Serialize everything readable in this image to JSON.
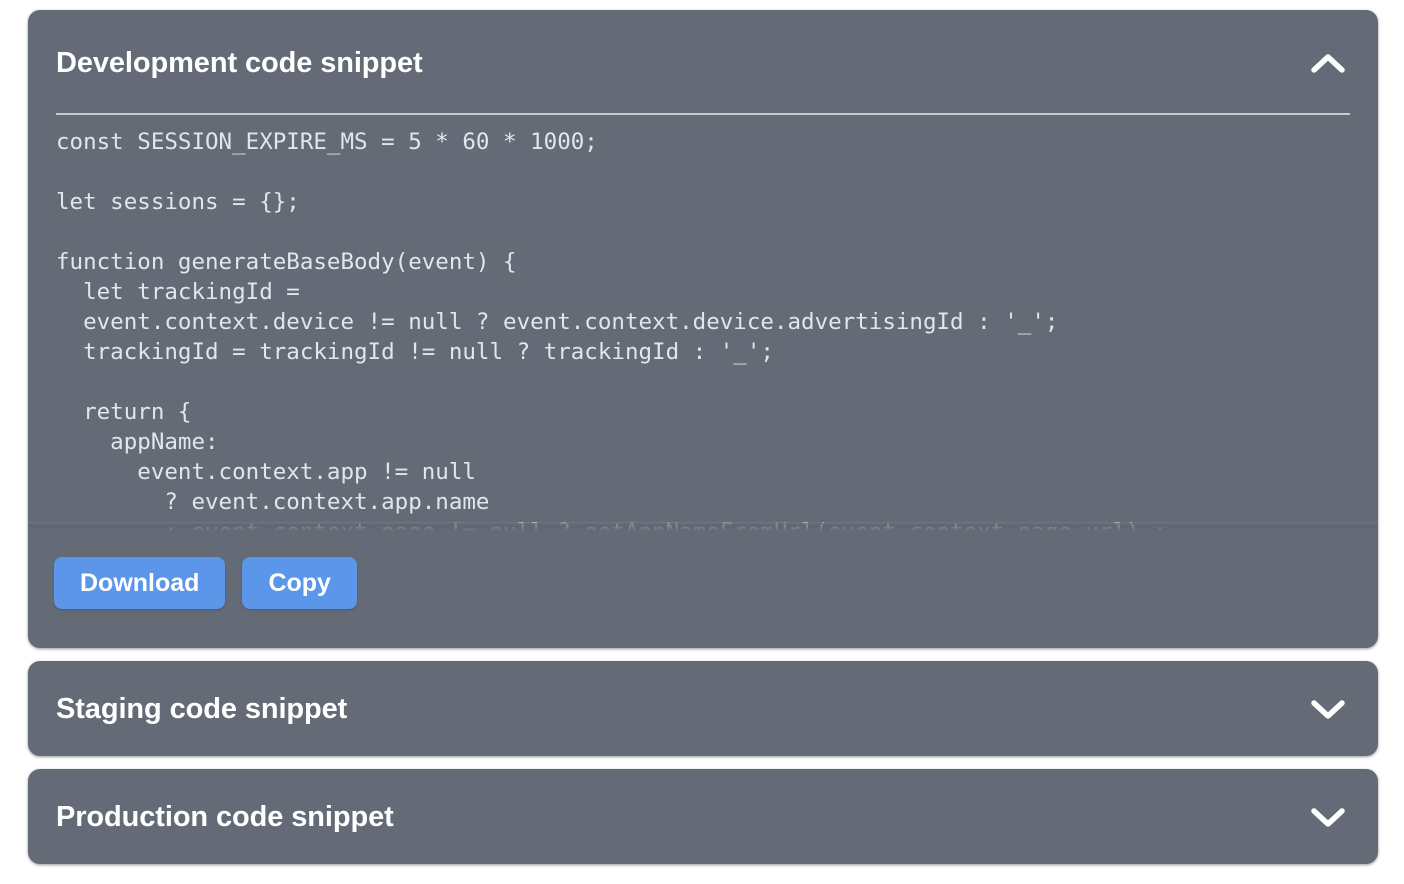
{
  "colors": {
    "panel_background": "#646b77",
    "button_primary": "#5b96e8",
    "text_primary": "#ffffff",
    "code_text": "#e2e5ea",
    "divider": "#c7cbd2",
    "page_background": "#ffffff"
  },
  "panels": [
    {
      "id": "development",
      "title": "Development code snippet",
      "expanded": true,
      "toggle_icon": "chevron-up-icon",
      "code": "const SESSION_EXPIRE_MS = 5 * 60 * 1000;\n\nlet sessions = {};\n\nfunction generateBaseBody(event) {\n  let trackingId =\n  event.context.device != null ? event.context.device.advertisingId : '_';\n  trackingId = trackingId != null ? trackingId : '_';\n\n  return {\n    appName:\n      event.context.app != null\n        ? event.context.app.name\n        : event.context.page != null ? getAppNameFromUrl(event.context.page.url) :",
      "buttons": [
        {
          "id": "download",
          "label": "Download"
        },
        {
          "id": "copy",
          "label": "Copy"
        }
      ]
    },
    {
      "id": "staging",
      "title": "Staging code snippet",
      "expanded": false,
      "toggle_icon": "chevron-down-icon"
    },
    {
      "id": "production",
      "title": "Production code snippet",
      "expanded": false,
      "toggle_icon": "chevron-down-icon"
    }
  ]
}
